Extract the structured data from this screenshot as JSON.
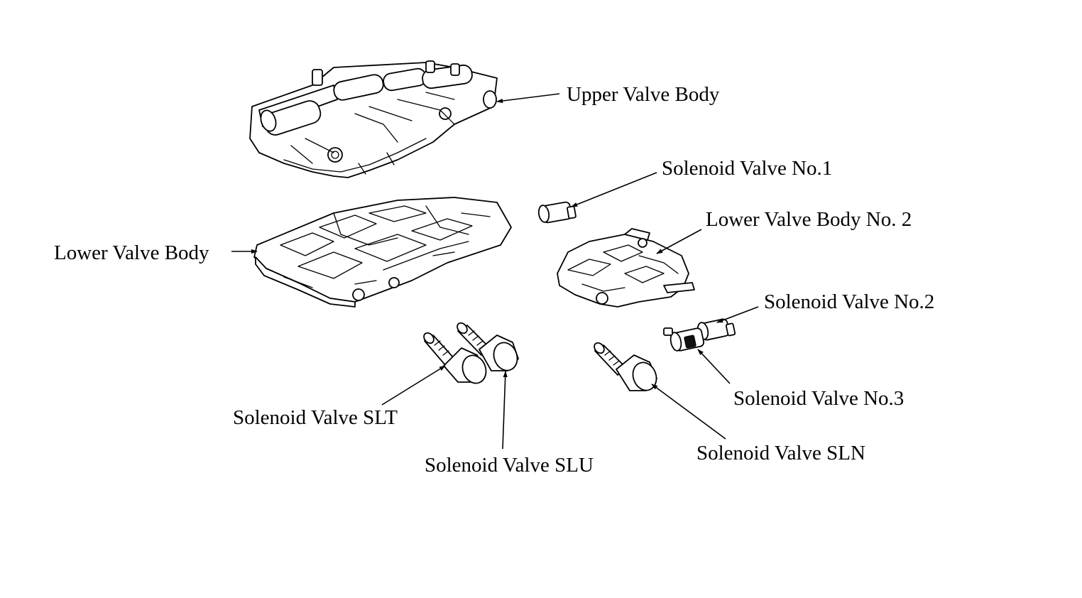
{
  "labels": {
    "upper_valve_body": "Upper Valve Body",
    "solenoid_no1": "Solenoid Valve No.1",
    "lower_valve_body_no2": "Lower Valve Body No. 2",
    "lower_valve_body": "Lower Valve Body",
    "solenoid_no2": "Solenoid Valve No.2",
    "solenoid_no3": "Solenoid Valve No.3",
    "solenoid_slt": "Solenoid Valve SLT",
    "solenoid_slu": "Solenoid Valve SLU",
    "solenoid_sln": "Solenoid Valve SLN"
  }
}
